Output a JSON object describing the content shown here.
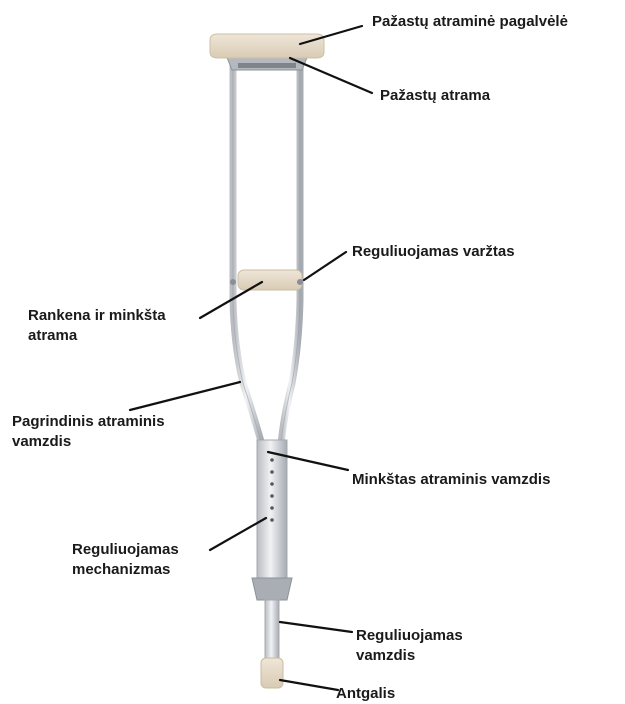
{
  "labels": {
    "armpit_pad": "Pažastų atraminė pagalvėlė",
    "armpit_support": "Pažastų atrama",
    "adjustable_bolt": "Reguliuojamas varžtas",
    "handle": [
      "Rankena ir minkšta",
      "atrama"
    ],
    "main_tube": [
      "Pagrindinis atraminis",
      "vamzdis"
    ],
    "soft_tube": "Minkštas atraminis vamzdis",
    "adjust_mechanism": [
      "Reguliuojamas",
      "mechanizmas"
    ],
    "adjust_tube": [
      "Reguliuojamas",
      "vamzdis"
    ],
    "tip": "Antgalis"
  },
  "colors": {
    "pad": "#e8dccb",
    "metal": "#d8dade",
    "metal_dark": "#9a9ea6",
    "leader": "#111111",
    "text": "#1a1a1a"
  }
}
